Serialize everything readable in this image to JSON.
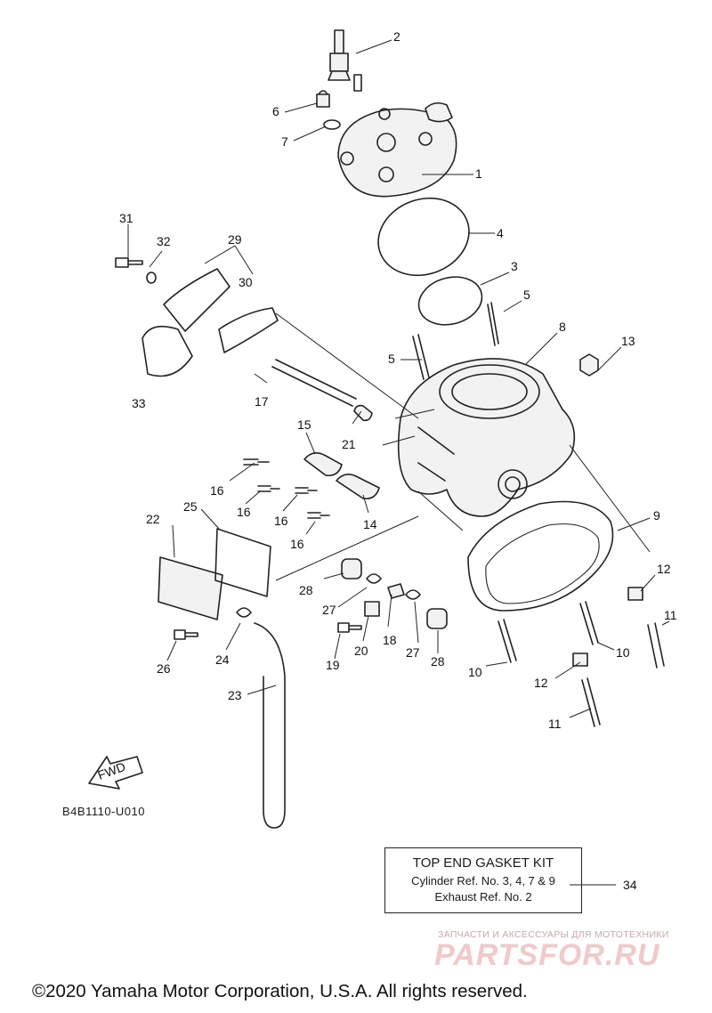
{
  "callouts": [
    {
      "num": "1"
    },
    {
      "num": "2"
    },
    {
      "num": "3"
    },
    {
      "num": "4"
    },
    {
      "num": "5"
    },
    {
      "num": "5"
    },
    {
      "num": "6"
    },
    {
      "num": "7"
    },
    {
      "num": "8"
    },
    {
      "num": "9"
    },
    {
      "num": "10"
    },
    {
      "num": "10"
    },
    {
      "num": "11"
    },
    {
      "num": "11"
    },
    {
      "num": "12"
    },
    {
      "num": "12"
    },
    {
      "num": "13"
    },
    {
      "num": "14"
    },
    {
      "num": "15"
    },
    {
      "num": "16"
    },
    {
      "num": "16"
    },
    {
      "num": "16"
    },
    {
      "num": "16"
    },
    {
      "num": "17"
    },
    {
      "num": "18"
    },
    {
      "num": "19"
    },
    {
      "num": "20"
    },
    {
      "num": "21"
    },
    {
      "num": "22"
    },
    {
      "num": "23"
    },
    {
      "num": "24"
    },
    {
      "num": "25"
    },
    {
      "num": "26"
    },
    {
      "num": "27"
    },
    {
      "num": "27"
    },
    {
      "num": "28"
    },
    {
      "num": "28"
    },
    {
      "num": "29"
    },
    {
      "num": "30"
    },
    {
      "num": "31"
    },
    {
      "num": "32"
    },
    {
      "num": "33"
    },
    {
      "num": "34"
    }
  ],
  "direction_label": "FWD",
  "diagram_code": "B4B1110-U010",
  "gasket_kit": {
    "title": "TOP END GASKET KIT",
    "line1": "Cylinder Ref. No. 3, 4, 7 & 9",
    "line2": "Exhaust Ref. No. 2"
  },
  "watermark": {
    "subtitle": "ЗАПЧАСТИ И АКСЕССУАРЫ ДЛЯ МОТОТЕХНИКИ",
    "brand": "PARTSFOR.RU"
  },
  "copyright": "©2020 Yamaha Motor Corporation, U.S.A. All rights reserved."
}
